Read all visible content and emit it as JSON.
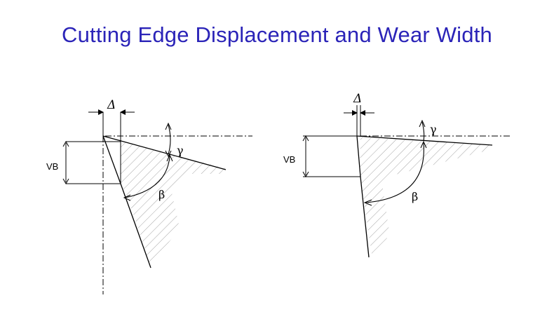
{
  "title": "Cutting Edge Displacement and Wear Width",
  "diagram_left": {
    "delta_label": "Δ",
    "vb_label": "VB",
    "gamma_label": "γ",
    "beta_label": "β"
  },
  "diagram_right": {
    "delta_label": "Δ",
    "vb_label": "VB",
    "gamma_label": "γ",
    "beta_label": "β"
  }
}
